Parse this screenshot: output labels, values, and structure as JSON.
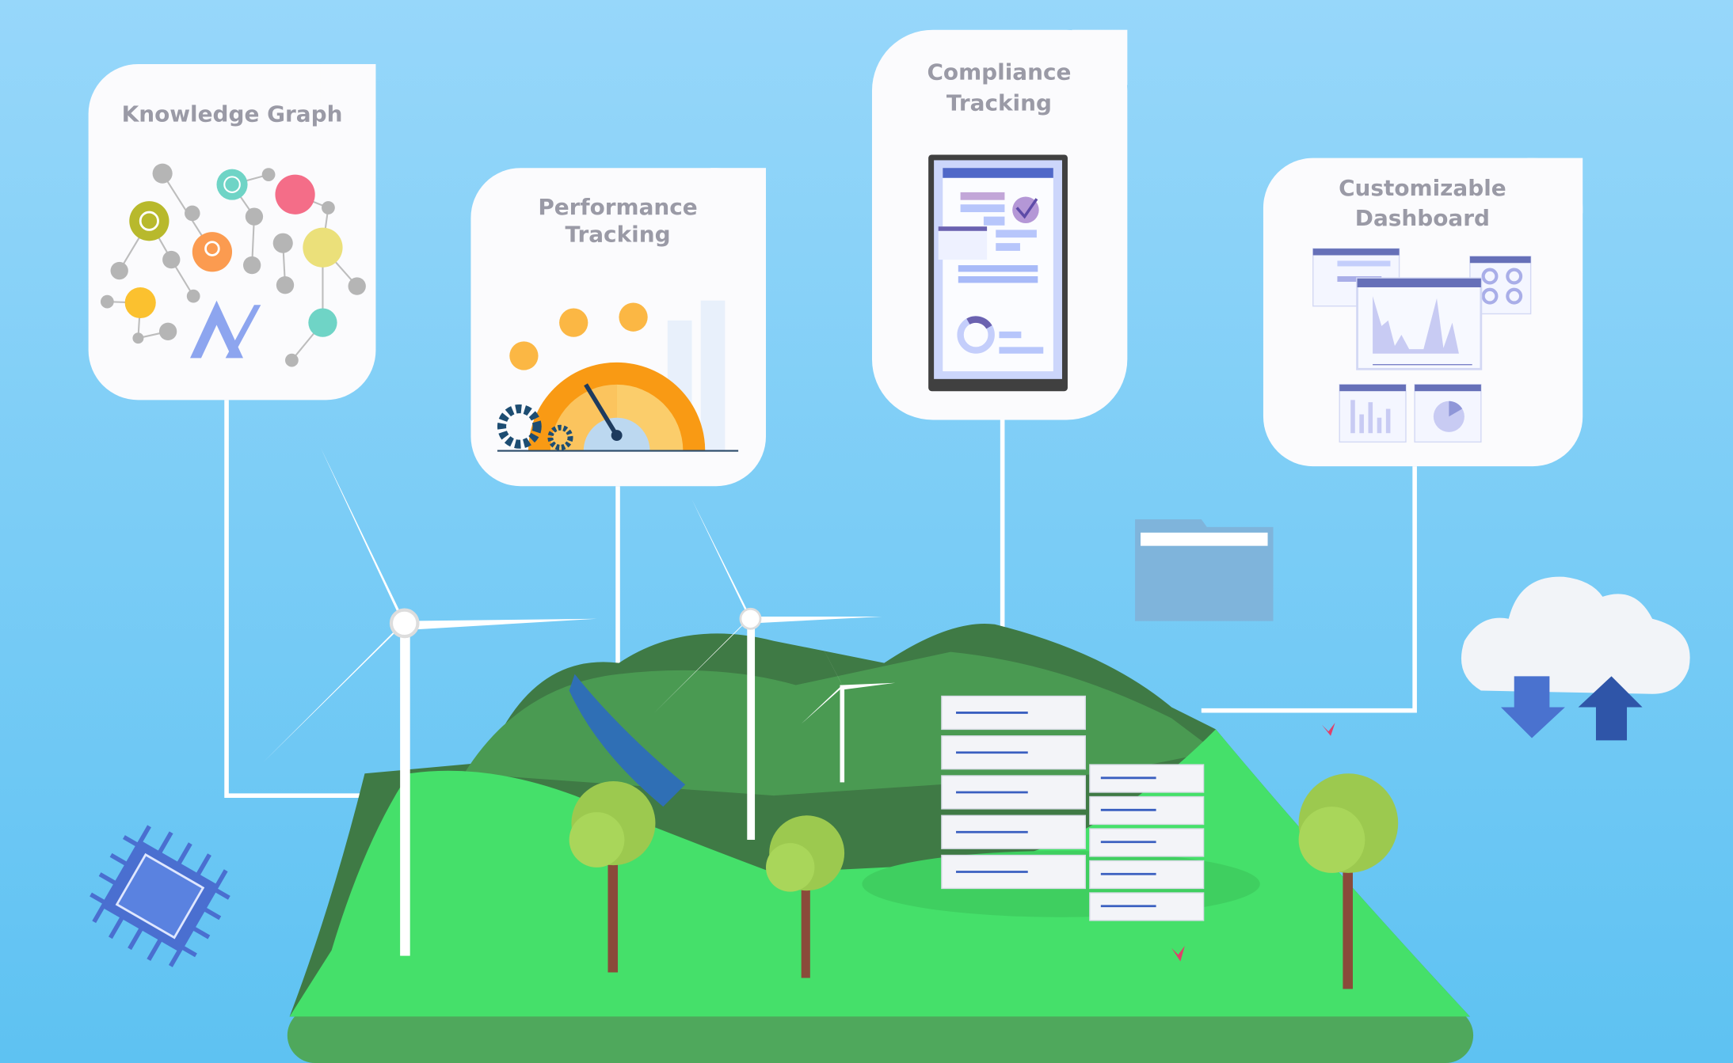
{
  "cards": {
    "knowledge_graph": {
      "title": "Knowledge Graph"
    },
    "performance_tracking": {
      "title_lines": [
        "Performance",
        "Tracking"
      ]
    },
    "compliance_tracking": {
      "title_lines": [
        "Compliance",
        "Tracking"
      ]
    },
    "customizable_dashboard": {
      "title_lines": [
        "Customizable",
        "Dashboard"
      ]
    }
  },
  "colors": {
    "sky_top": "#97d7fa",
    "sky_bottom": "#5ec2f2",
    "card": "#fbfbfd",
    "title": "#9a9aa6",
    "grass_light": "#45e06a",
    "grass_dark": "#3f7a45",
    "server": "#f3f4f8",
    "accent_blue": "#3a5fc0"
  },
  "icons": [
    "target-icon",
    "dollar-icon",
    "lightbulb-icon",
    "search-icon",
    "hand-coins-icon",
    "runner-chart-icon",
    "hourglass-icon",
    "gear-icon",
    "gauge-icon",
    "tablet-icon",
    "checkmark-icon",
    "folder-icon",
    "cloud-icon",
    "download-arrow-icon",
    "upload-arrow-icon",
    "cpu-chip-icon",
    "server-rack-icon",
    "wind-turbine-icon",
    "tree-icon"
  ]
}
